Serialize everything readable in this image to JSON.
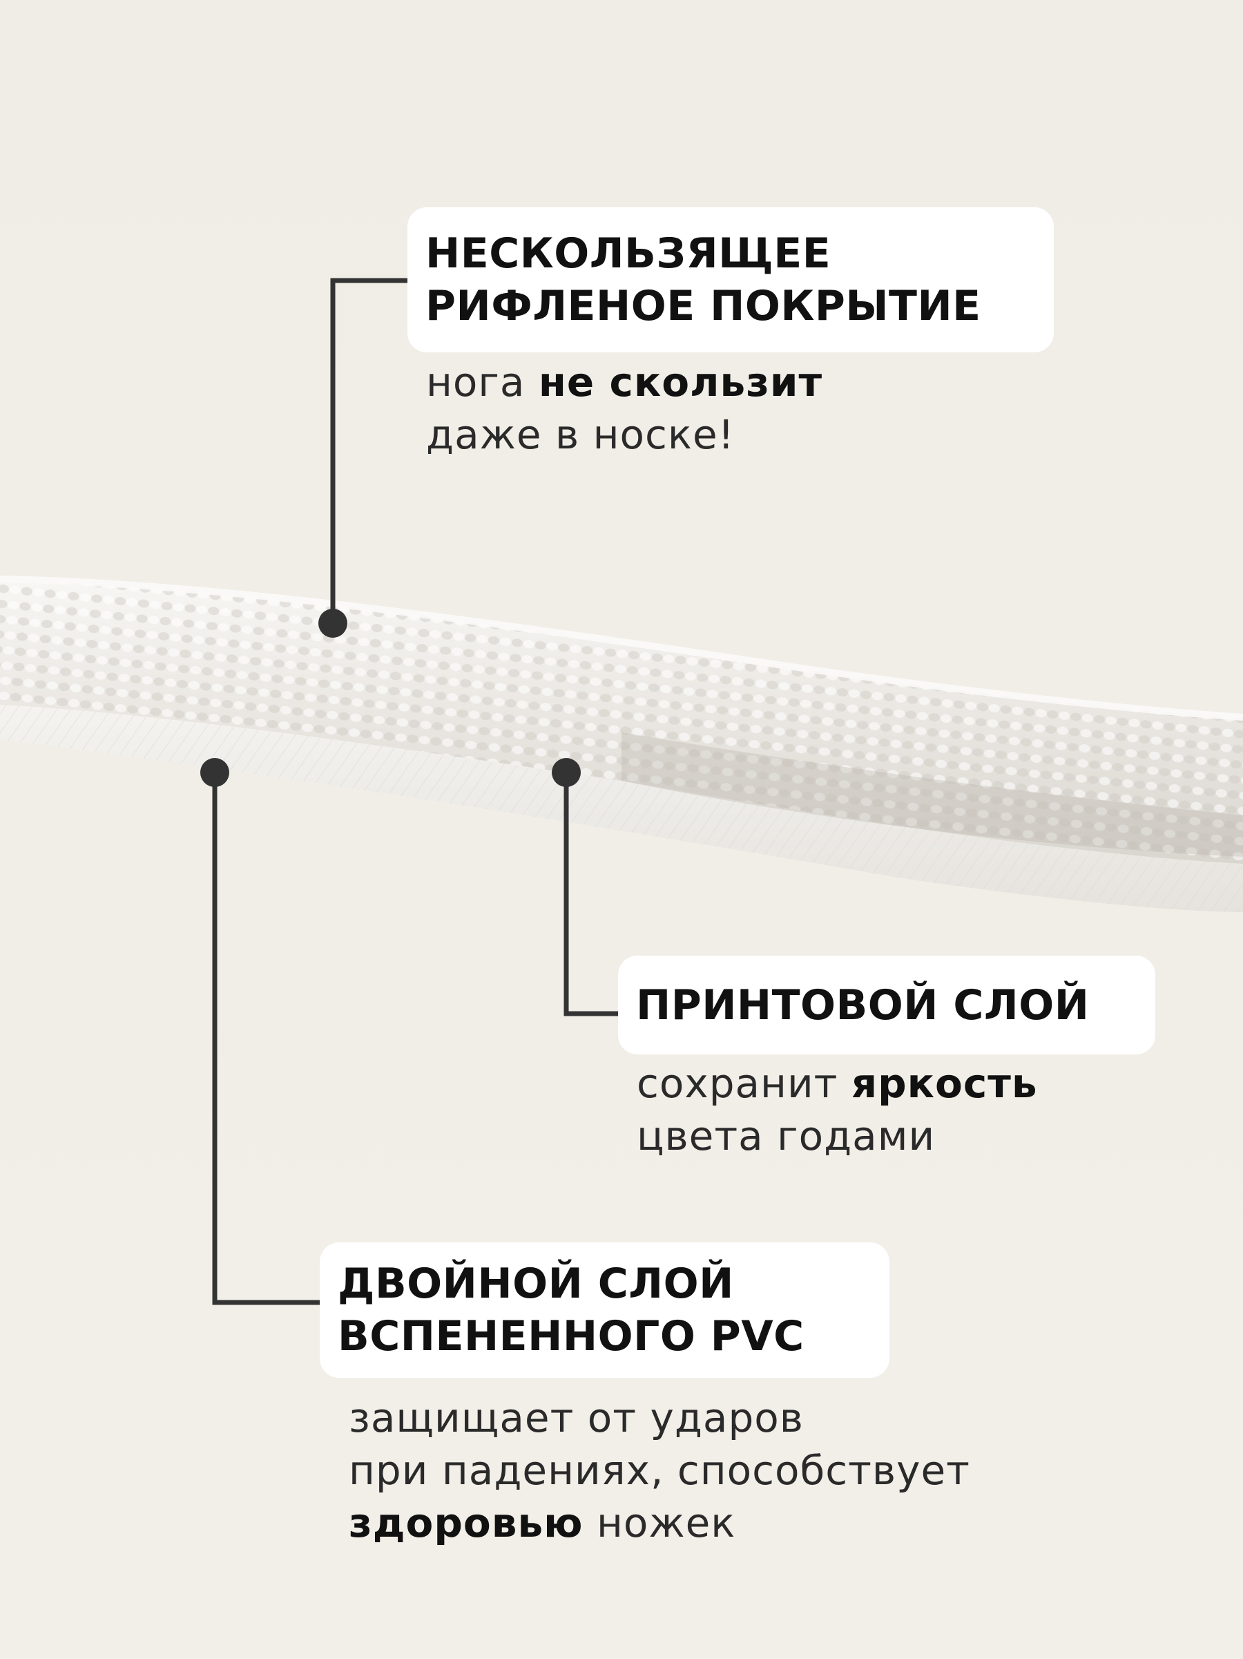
{
  "callouts": [
    {
      "title_lines": [
        "НЕСКОЛЬЗЯЩЕЕ",
        "РИФЛЕНОЕ ПОКРЫТИЕ"
      ],
      "desc": [
        {
          "parts": [
            {
              "t": "нога ",
              "b": false
            },
            {
              "t": "не скользит",
              "b": true
            }
          ]
        },
        {
          "parts": [
            {
              "t": "даже в носке!",
              "b": false
            }
          ]
        }
      ]
    },
    {
      "title_lines": [
        "ПРИНТОВОЙ СЛОЙ"
      ],
      "desc": [
        {
          "parts": [
            {
              "t": "сохранит ",
              "b": false
            },
            {
              "t": "яркость",
              "b": true
            }
          ]
        },
        {
          "parts": [
            {
              "t": "цвета годами",
              "b": false
            }
          ]
        }
      ]
    },
    {
      "title_lines": [
        "ДВОЙНОЙ СЛОЙ",
        "ВСПЕНЕННОГО PVC"
      ],
      "desc": [
        {
          "parts": [
            {
              "t": "защищает от ударов",
              "b": false
            }
          ]
        },
        {
          "parts": [
            {
              "t": "при падениях, способствует",
              "b": false
            }
          ]
        },
        {
          "parts": [
            {
              "t": "здоровью",
              "b": true
            },
            {
              "t": " ножек",
              "b": false
            }
          ]
        }
      ]
    }
  ],
  "colors": {
    "background": "#f1eee7",
    "label_bg": "#ffffff",
    "connector": "#333333",
    "text": "#111111"
  }
}
